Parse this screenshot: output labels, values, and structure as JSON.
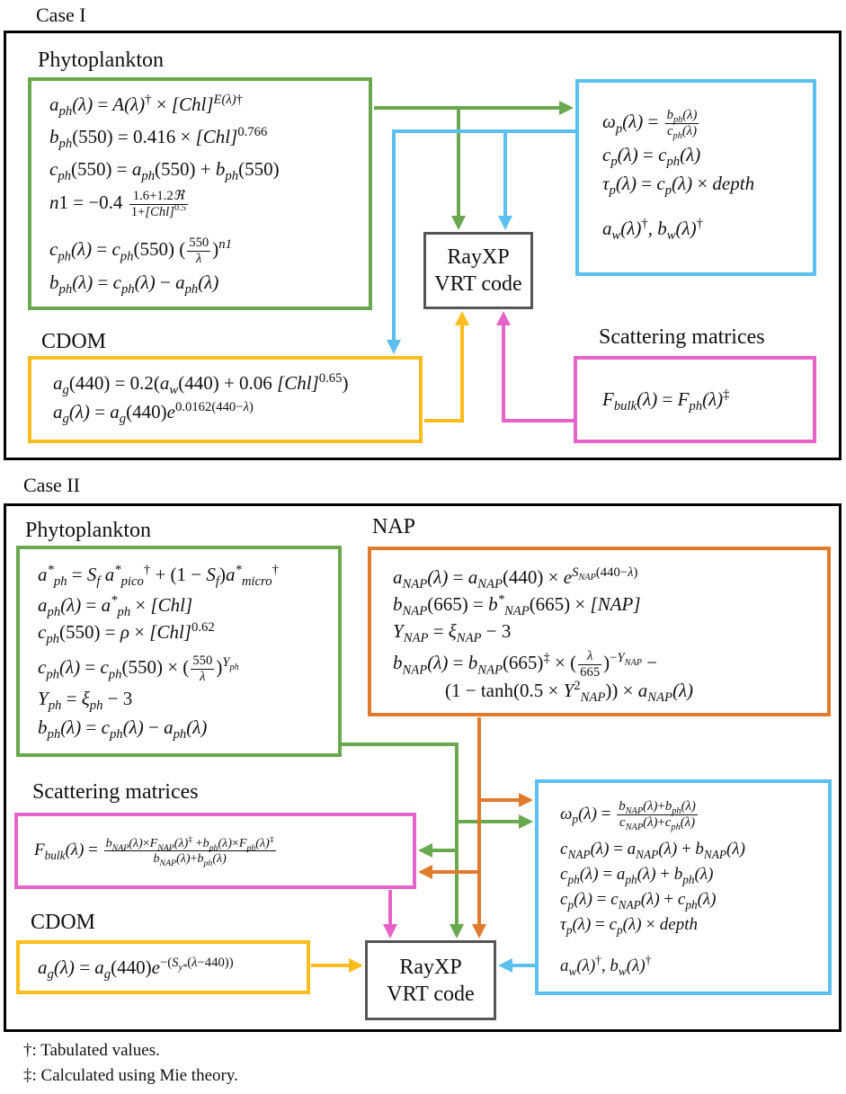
{
  "case1": {
    "label": "Case I",
    "phyto_title": "Phytoplankton",
    "cdom_title": "CDOM",
    "scat_title": "Scattering matrices",
    "rayxp_line1": "RayXP",
    "rayxp_line2": "VRT code"
  },
  "case2": {
    "label": "Case II",
    "phyto_title": "Phytoplankton",
    "nap_title": "NAP",
    "scat_title": "Scattering matrices",
    "cdom_title": "CDOM",
    "rayxp_line1": "RayXP",
    "rayxp_line2": "VRT code"
  },
  "footnotes": {
    "dagger": "†: Tabulated values.",
    "ddagger": "‡: Calculated using Mie theory."
  },
  "colors": {
    "phytoplankton": "#6aa84f",
    "optics": "#5bc0ef",
    "cdom": "#fbbc1e",
    "scattering": "#e663c8",
    "nap": "#e07b2e",
    "rayxp": "#555555"
  }
}
